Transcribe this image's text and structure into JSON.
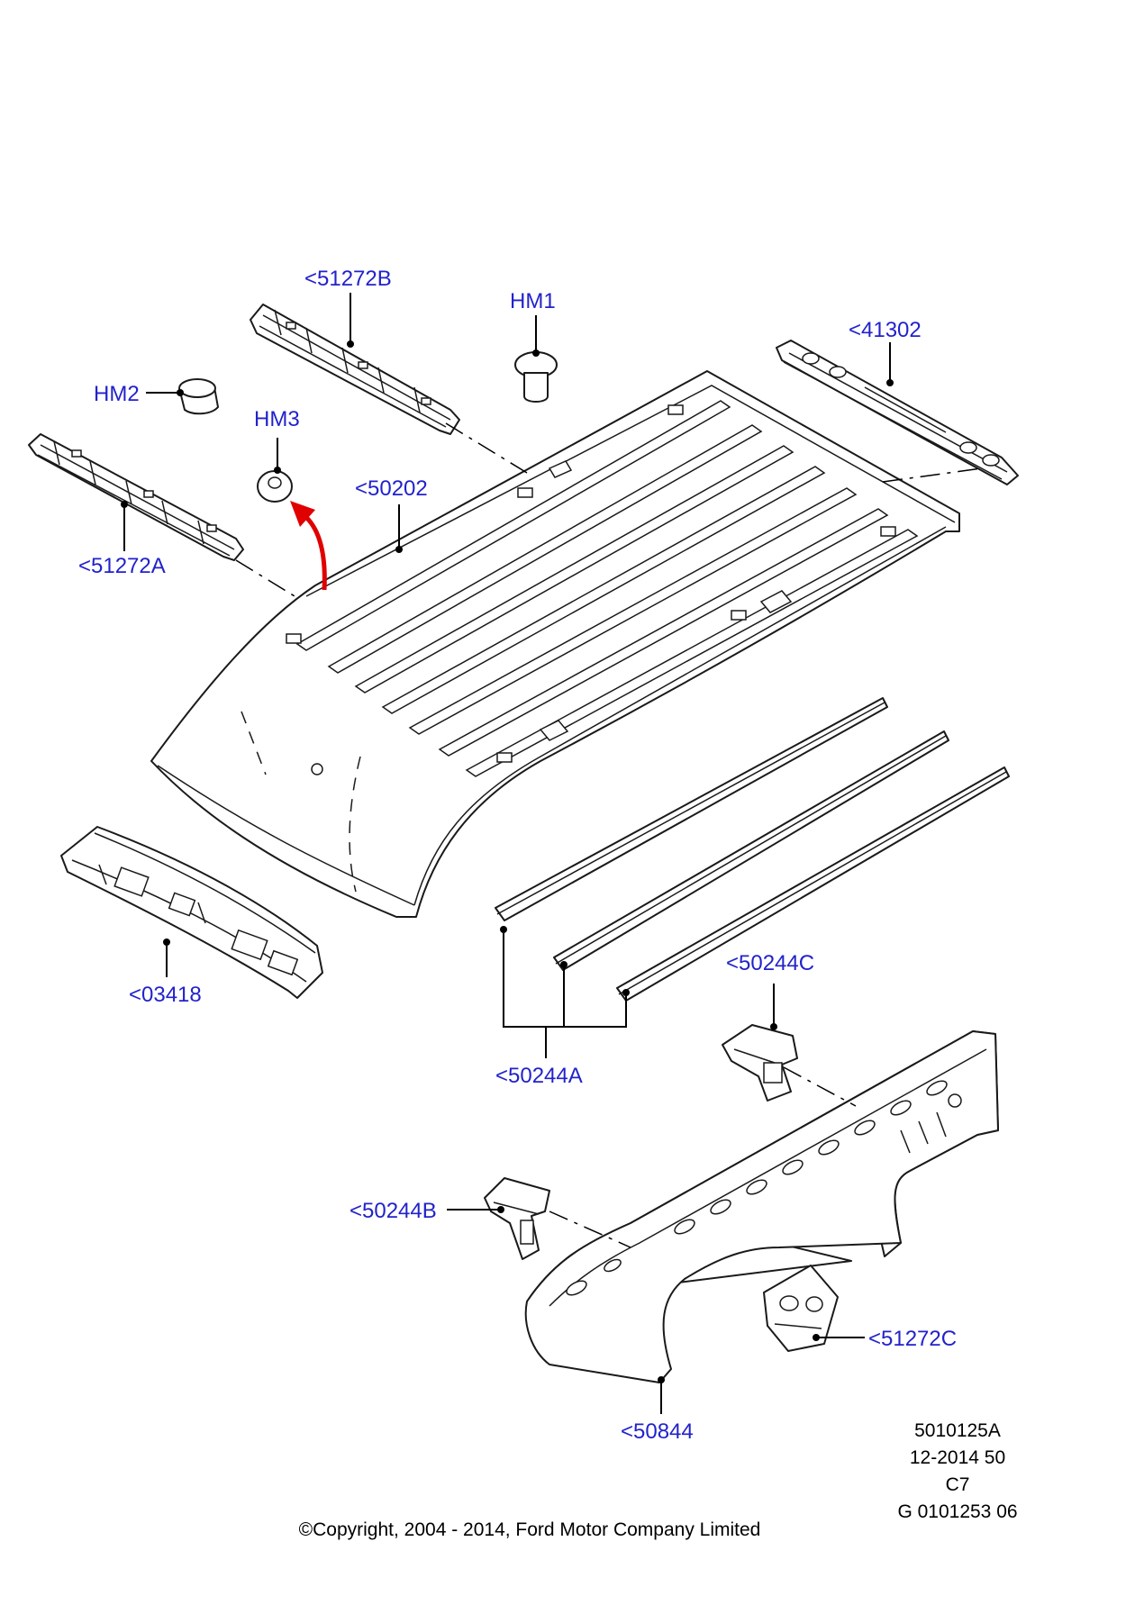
{
  "callouts": {
    "p51272B": "<51272B",
    "hm1": "HM1",
    "p41302": "<41302",
    "hm2": "HM2",
    "hm3": "HM3",
    "p50202": "<50202",
    "p51272A": "<51272A",
    "p03418": "<03418",
    "p50244C": "<50244C",
    "p50244A": "<50244A",
    "p50244B": "<50244B",
    "p51272C": "<51272C",
    "p50844": "<50844"
  },
  "reference": {
    "line1": "5010125A",
    "line2": "12-2014 50",
    "line3": "C7",
    "line4": "G 0101253 06"
  },
  "copyright": "©Copyright, 2004 - 2014, Ford Motor Company Limited",
  "colors": {
    "callout": "#2222cc",
    "arrow": "#e00000"
  }
}
